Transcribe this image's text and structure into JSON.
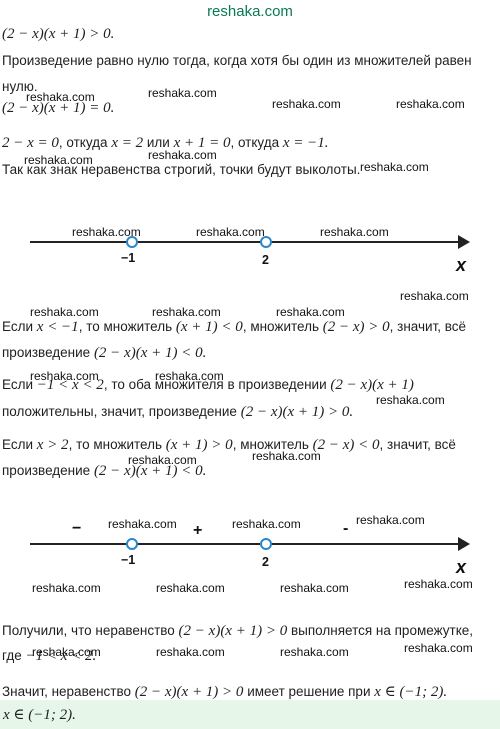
{
  "site": "reshaka.com",
  "lines": {
    "l1": "(2 − x)(x + 1) > 0.",
    "l2": "Произведение равно нулю тогда, когда хотя бы один из множителей равен",
    "l3": "нулю.",
    "l4": "(2 − x)(x + 1) = 0.",
    "l5_a": "2 − x = 0",
    "l5_b": ", откуда ",
    "l5_c": "x = 2",
    "l5_d": " или ",
    "l5_e": "x + 1 = 0",
    "l5_f": ", откуда ",
    "l5_g": "x = −1.",
    "l6": "Так как знак неравенства строгий, точки будут выколоты.",
    "c1_a": "Если ",
    "c1_b": "x < −1",
    "c1_c": ", то множитель ",
    "c1_d": "(x + 1) < 0",
    "c1_e": ", множитель ",
    "c1_f": "(2 − x) > 0",
    "c1_g": ", значит, всё",
    "c1_h": "произведение ",
    "c1_i": "(2 − x)(x + 1) < 0.",
    "c2_a": "Если ",
    "c2_b": "−1 < x < 2",
    "c2_c": ", то оба множителя в произведении ",
    "c2_d": "(2 − x)(x + 1)",
    "c2_e": "положительны, значит, произведение ",
    "c2_f": "(2 − x)(x + 1) > 0.",
    "c3_a": "Если ",
    "c3_b": "x > 2",
    "c3_c": ", то множитель ",
    "c3_d": "(x + 1) > 0",
    "c3_e": ", множитель ",
    "c3_f": "(2 − x) < 0",
    "c3_g": ", значит, всё",
    "c3_h": "произведение ",
    "c3_i": "(2 − x)(x + 1) < 0.",
    "r1_a": "Получили, что неравенство ",
    "r1_b": "(2 − x)(x + 1) > 0",
    "r1_c": " выполняется на промежутке,",
    "r2_a": "где ",
    "r2_b": "−1 < x < 2.",
    "r3_a": "Значит, неравенство ",
    "r3_b": "(2 − x)(x + 1) > 0",
    "r3_c": " имеет решение при ",
    "r3_d": "x ∈ (−1; 2).",
    "answer": "x ∈ (−1; 2)."
  },
  "axis1": {
    "tick1": "−1",
    "tick2": "2",
    "label": "x"
  },
  "axis2": {
    "tick1": "−1",
    "tick2": "2",
    "label": "x",
    "sign_left": "−",
    "sign_mid": "+",
    "sign_right": "-"
  },
  "colors": {
    "title": "#0a7a55",
    "point": "#2a86c9",
    "answer_bg": "#e6f7ea"
  }
}
